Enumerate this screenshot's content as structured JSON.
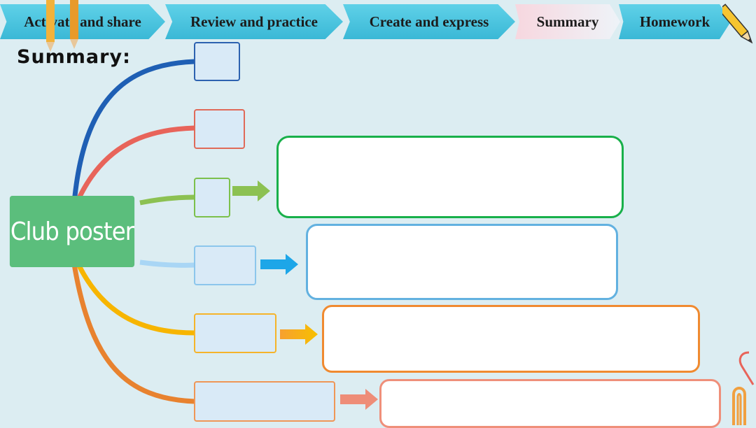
{
  "nav": {
    "tabs": [
      {
        "label": "Activate and share"
      },
      {
        "label": "Review and practice"
      },
      {
        "label": "Create and express"
      },
      {
        "label": "Summary"
      },
      {
        "label": "Homework"
      }
    ],
    "active_tab": "Summary"
  },
  "summary_label": "Summary:",
  "mindmap": {
    "center": "Club poster",
    "branch_colors": [
      "#1f5fb4",
      "#e8645a",
      "#8cc152",
      "#a9d6f5",
      "#f7b500",
      "#e8822f"
    ]
  }
}
